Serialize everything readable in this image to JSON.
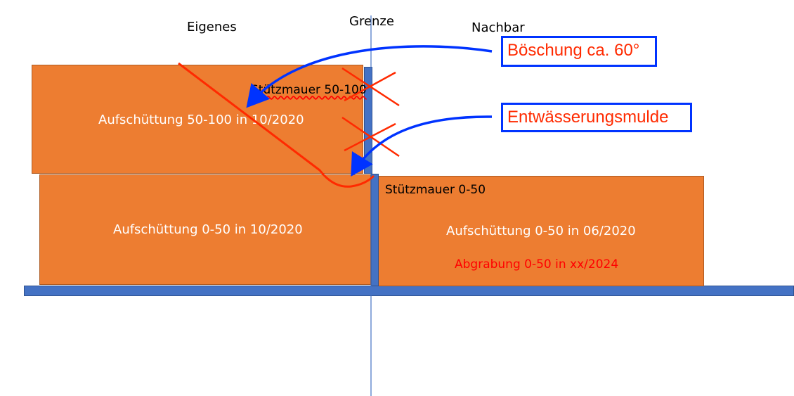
{
  "headers": {
    "own": "Eigenes",
    "boundary": "Grenze",
    "neighbor": "Nachbar"
  },
  "blocks": {
    "upper_fill": "Aufschüttung 50-100 in 10/2020",
    "lower_fill": "Aufschüttung 0-50 in 10/2020",
    "neighbor_fill": "Aufschüttung 0-50 in 06/2020",
    "neighbor_excavation": "Abgrabung 0-50 in xx/2024"
  },
  "walls": {
    "upper_prefix": "Stützmauer 50-100",
    "lower": "Stützmauer 0-50"
  },
  "callouts": {
    "slope": "Böschung ca. 60°",
    "drainage": "Entwässerungsmulde"
  },
  "colors": {
    "fill": "#ed7d31",
    "wall": "#4472c4",
    "annotation_red": "#ff0000",
    "arrow_blue": "#0033ff"
  }
}
